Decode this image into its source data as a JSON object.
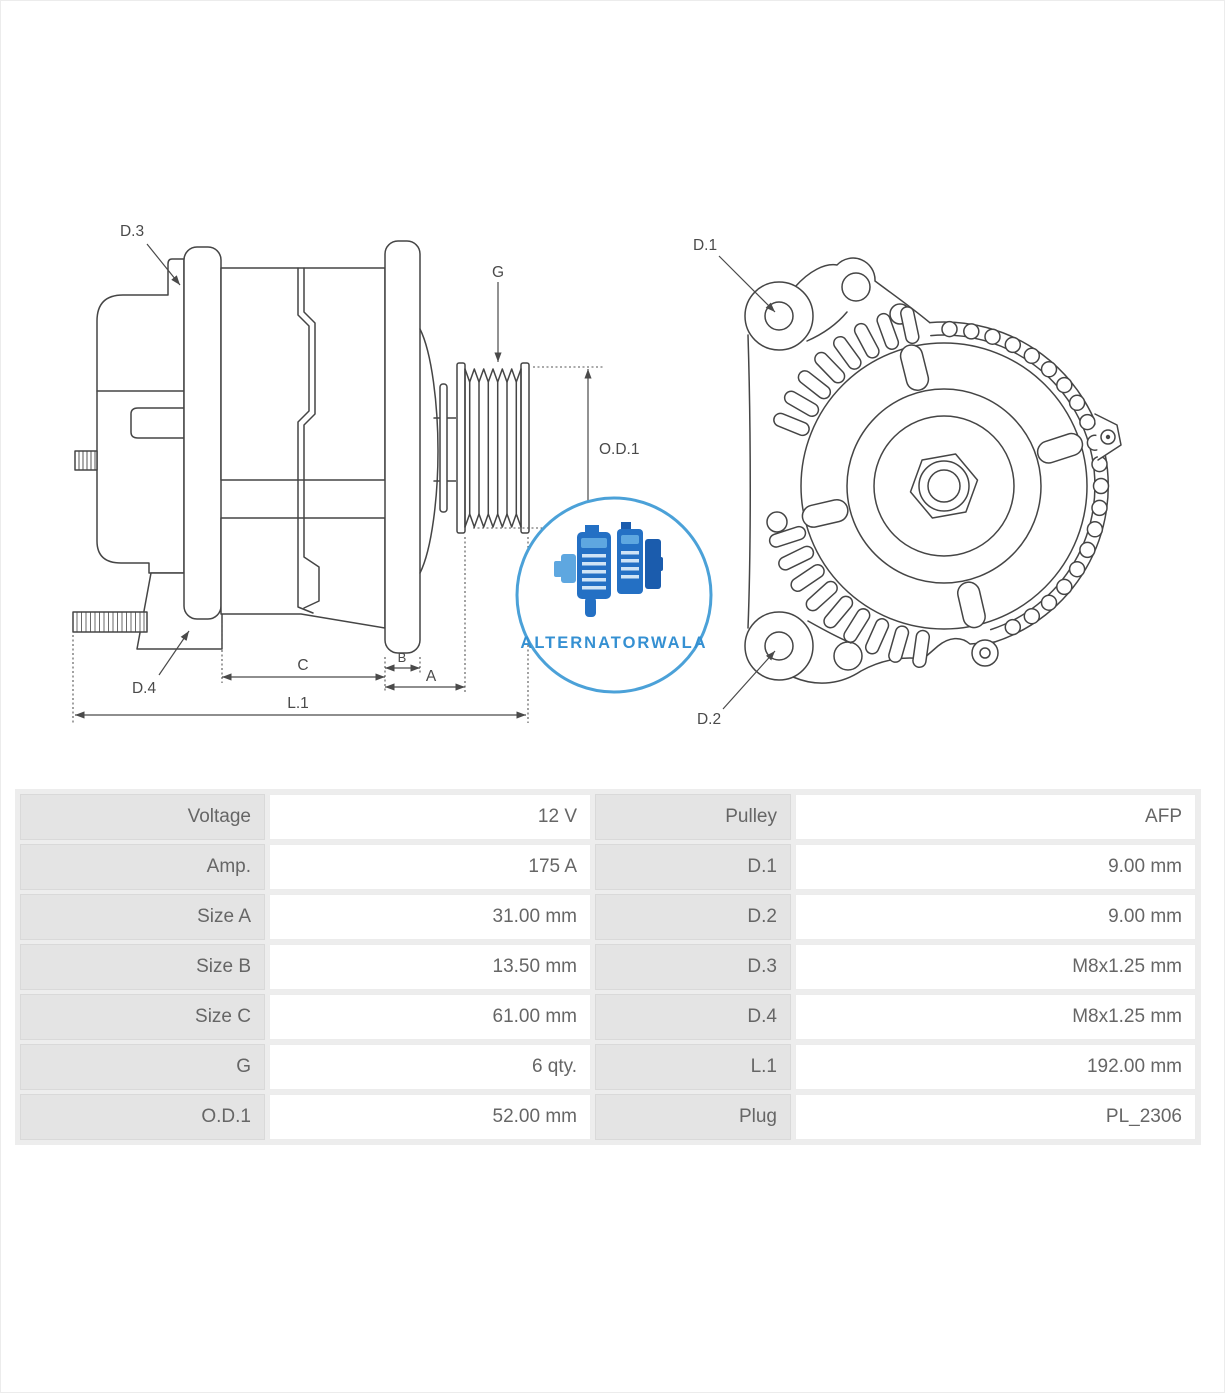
{
  "diagram": {
    "side_view": {
      "labels": {
        "d3": "D.3",
        "g": "G",
        "od1": "O.D.1",
        "d4": "D.4",
        "c": "C",
        "b": "B",
        "a": "A",
        "l1": "L.1"
      }
    },
    "front_view": {
      "labels": {
        "d1": "D.1",
        "d2": "D.2"
      }
    },
    "logo": {
      "text": "ALTERNATORWALA",
      "ring_color": "#4ba1d8",
      "text_color": "#3590d2",
      "icon": "alternator-icon",
      "icon_blue_dark": "#1b5cad",
      "icon_blue": "#2470c4",
      "icon_blue_light": "#5ea7e0"
    },
    "line_color": "#454545"
  },
  "spec_table": {
    "rows": [
      {
        "left_label": "Voltage",
        "left_value": "12 V",
        "right_label": "Pulley",
        "right_value": "AFP"
      },
      {
        "left_label": "Amp.",
        "left_value": "175 A",
        "right_label": "D.1",
        "right_value": "9.00 mm"
      },
      {
        "left_label": "Size A",
        "left_value": "31.00 mm",
        "right_label": "D.2",
        "right_value": "9.00 mm"
      },
      {
        "left_label": "Size B",
        "left_value": "13.50 mm",
        "right_label": "D.3",
        "right_value": "M8x1.25 mm"
      },
      {
        "left_label": "Size C",
        "left_value": "61.00 mm",
        "right_label": "D.4",
        "right_value": "M8x1.25 mm"
      },
      {
        "left_label": "G",
        "left_value": "6 qty.",
        "right_label": "L.1",
        "right_value": "192.00 mm"
      },
      {
        "left_label": "O.D.1",
        "left_value": "52.00 mm",
        "right_label": "Plug",
        "right_value": "PL_2306"
      }
    ]
  }
}
